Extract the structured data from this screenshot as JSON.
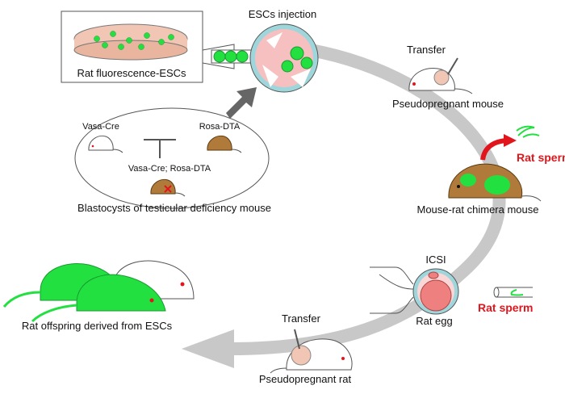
{
  "labels": {
    "dish": "Rat fluorescence-ESCs",
    "injection": "ESCs injection",
    "transfer_mouse": "Transfer",
    "pseudopregnant_mouse": "Pseudopregnant mouse",
    "rat_sperm_top": "Rat sperm",
    "chimera": "Mouse-rat chimera mouse",
    "icsi": "ICSI",
    "rat_egg": "Rat egg",
    "rat_sperm_bottom": "Rat sperm",
    "transfer_rat": "Transfer",
    "pseudopregnant_rat": "Pseudopregnant rat",
    "offspring": "Rat offspring derived from ESCs",
    "vasa_cre": "Vasa-Cre",
    "rosa_dta": "Rosa-DTA",
    "cross": "Vasa-Cre; Rosa-DTA",
    "blastocysts": "Blastocysts of testicular deficiency mouse"
  },
  "colors": {
    "cycle_arrow": "#c8c8c8",
    "fluorescent_green": "#22e040",
    "brown_mouse": "#b07a3a",
    "sperm_label": "#e0161c",
    "egg": "#ee8080",
    "zona": "#9fd6dc"
  }
}
